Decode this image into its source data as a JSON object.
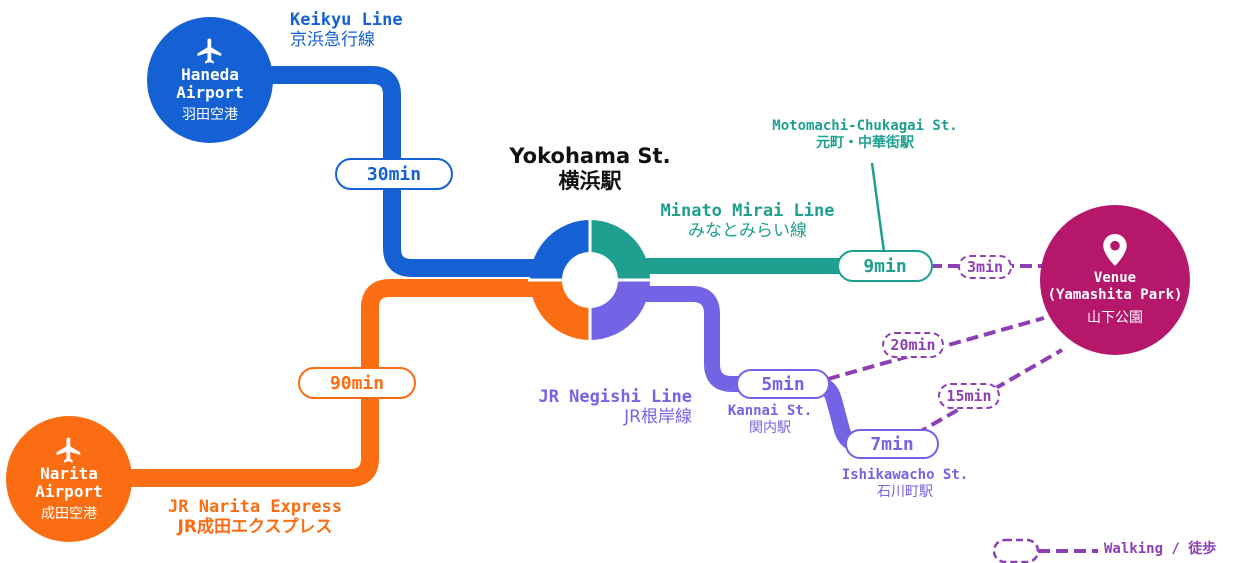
{
  "colors": {
    "keikyu": "#1561d3",
    "narita": "#fb6d12",
    "minatomirai": "#1f9f8f",
    "negishi": "#7563e6",
    "walking": "#8e3fb4",
    "venue": "#b5176b"
  },
  "haneda": {
    "icon": "airplane-icon",
    "name_en_1": "Haneda",
    "name_en_2": "Airport",
    "name_ja": "羽田空港"
  },
  "narita": {
    "icon": "airplane-icon",
    "name_en_1": "Narita",
    "name_en_2": "Airport",
    "name_ja": "成田空港"
  },
  "venue": {
    "icon": "map-pin-icon",
    "name_en_1": "Venue",
    "name_en_2": "(Yamashita Park)",
    "name_ja": "山下公園"
  },
  "yokohama": {
    "name_en": "Yokohama St.",
    "name_ja": "横浜駅"
  },
  "keikyu_line": {
    "name_en": "Keikyu Line",
    "name_ja": "京浜急行線",
    "time": "30min"
  },
  "narita_line": {
    "name_en": "JR Narita Express",
    "name_ja": "JR成田エクスプレス",
    "time": "90min"
  },
  "minatomirai_line": {
    "name_en": "Minato Mirai Line",
    "name_ja": "みなとみらい線",
    "time": "9min"
  },
  "motomachi": {
    "name_en": "Motomachi-Chukagai St.",
    "name_ja": "元町・中華街駅"
  },
  "negishi_line": {
    "name_en": "JR Negishi Line",
    "name_ja": "JR根岸線"
  },
  "kannai": {
    "name_en": "Kannai St.",
    "name_ja": "関内駅",
    "time": "5min"
  },
  "ishikawacho": {
    "name_en": "Ishikawacho St.",
    "name_ja": "石川町駅",
    "time": "7min"
  },
  "walks": {
    "motomachi_to_venue": "3min",
    "kannai_to_venue": "20min",
    "ishikawacho_to_venue": "15min"
  },
  "legend": {
    "label": "Walking / 徒歩"
  }
}
